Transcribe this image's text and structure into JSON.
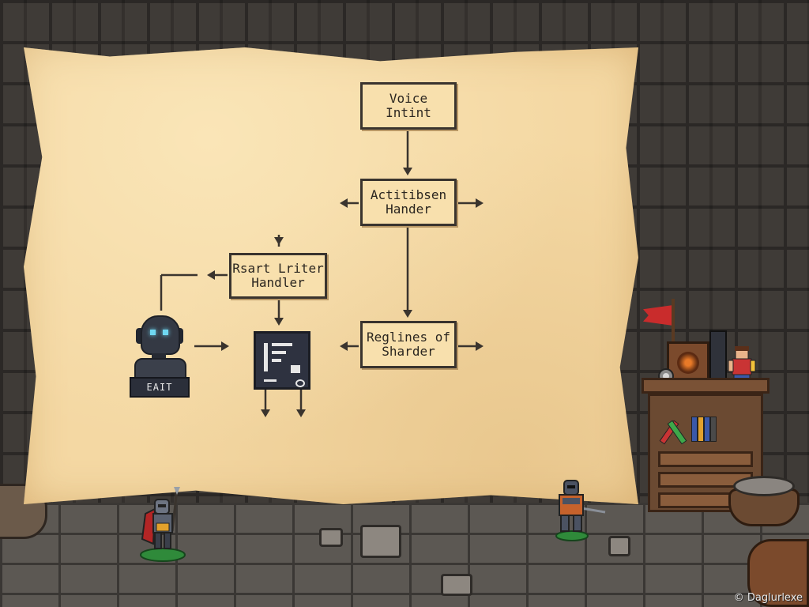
{
  "flowchart": {
    "nodes": {
      "voice_intent": "Voice\nIntint",
      "action_handler": "Actitibsen\nHander",
      "rsart_handler": "Rsart Lriter\nHandler",
      "reglines_sharder": "Reglines of\nSharder"
    },
    "robot_plate": "EAIT"
  },
  "watermark": "© Daglurlexe",
  "colors": {
    "parchment": "#f4d8a3",
    "node_fill": "#f8e0ad",
    "ink": "#3a342e",
    "robot_eyes": "#6fd8f2",
    "flag": "#c92c2c"
  },
  "icons": {
    "terminal": "terminal-icon",
    "robot": "robot-icon",
    "flag": "red-flag-icon"
  }
}
